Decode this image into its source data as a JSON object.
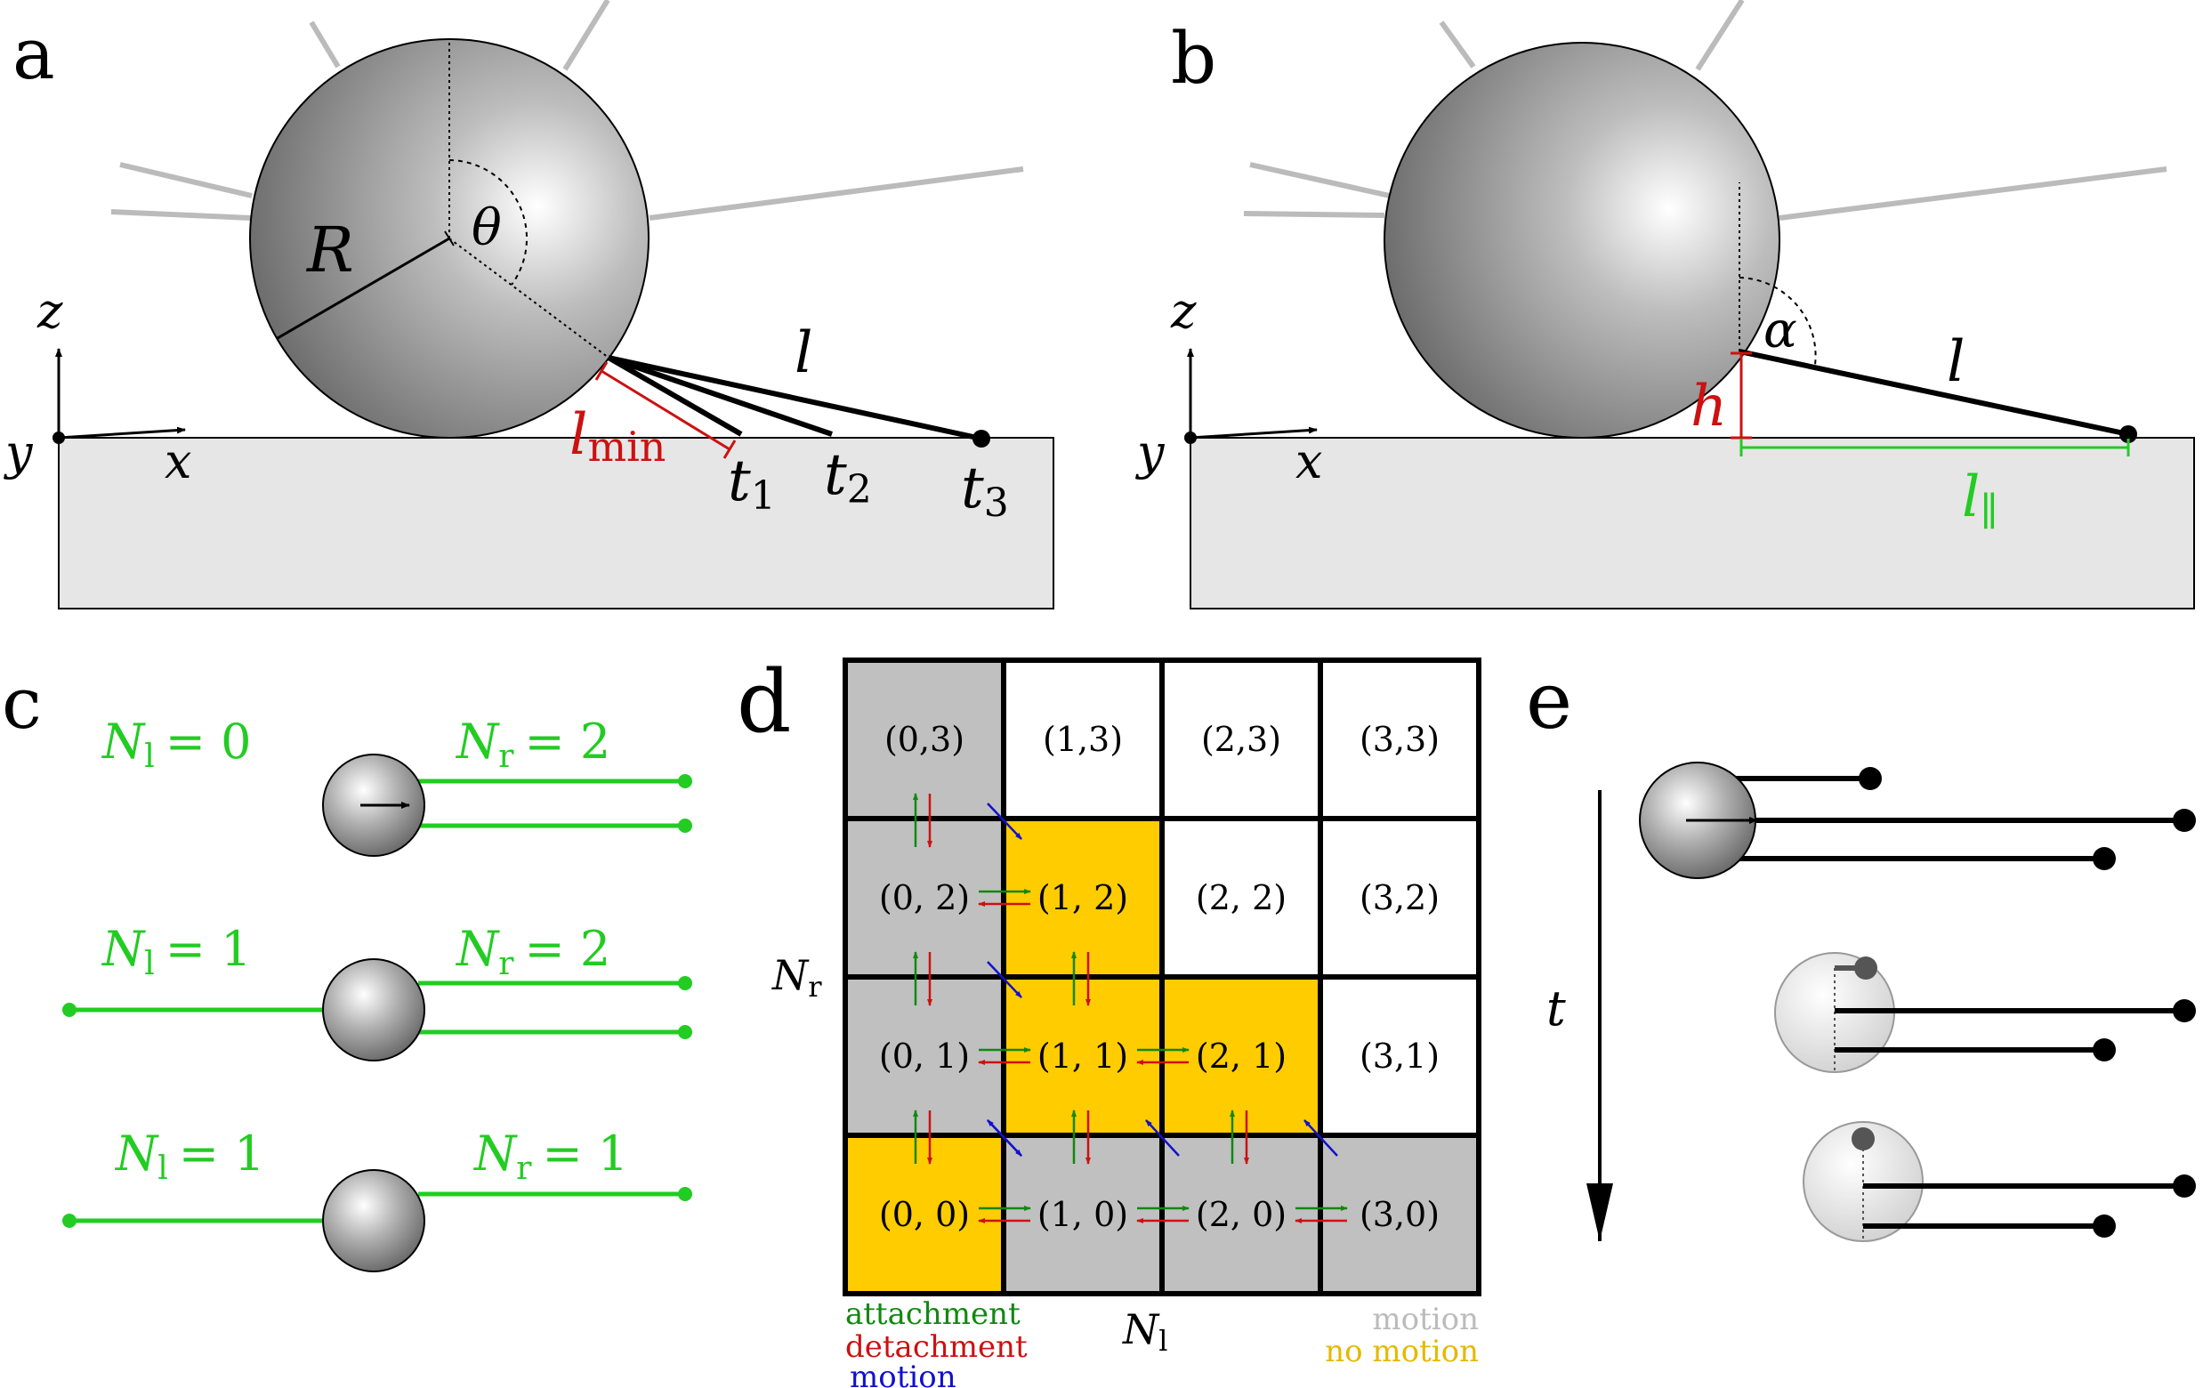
{
  "panels": {
    "a": {
      "label": "a",
      "labels": {
        "radius": "R",
        "angle": "θ",
        "length": "l",
        "lmin_base": "l",
        "lmin_sub": "min",
        "t1_base": "t",
        "t1_sub": "1",
        "t2_base": "t",
        "t2_sub": "2",
        "t3_base": "t",
        "t3_sub": "3",
        "z": "z",
        "y": "y",
        "x": "x"
      }
    },
    "b": {
      "label": "b",
      "labels": {
        "angle": "α",
        "length": "l",
        "height": "h",
        "lpar_base": "l",
        "lpar_sub": "∥",
        "z": "z",
        "y": "y",
        "x": "x"
      }
    },
    "c": {
      "label": "c",
      "rows": [
        {
          "left": "N",
          "left_sub": "l",
          "left_eq": "= 0",
          "right": "N",
          "right_sub": "r",
          "right_eq": "= 2"
        },
        {
          "left": "N",
          "left_sub": "l",
          "left_eq": "= 1",
          "right": "N",
          "right_sub": "r",
          "right_eq": "= 2"
        },
        {
          "left": "N",
          "left_sub": "l",
          "left_eq": "= 1",
          "right": "N",
          "right_sub": "r",
          "right_eq": "= 1"
        }
      ]
    },
    "d": {
      "label": "d",
      "y_axis": "N",
      "y_axis_sub": "r",
      "x_axis": "N",
      "x_axis_sub": "l",
      "cells": [
        [
          "(0,3)",
          "(1,3)",
          "(2,3)",
          "(3,3)"
        ],
        [
          "(0, 2)",
          "(1, 2)",
          "(2, 2)",
          "(3,2)"
        ],
        [
          "(0, 1)",
          "(1, 1)",
          "(2, 1)",
          "(3,1)"
        ],
        [
          "(0, 0)",
          "(1, 0)",
          "(2, 0)",
          "(3,0)"
        ]
      ],
      "legend_left": [
        "attachment",
        "detachment",
        "motion"
      ],
      "legend_right": [
        "motion",
        "no motion"
      ]
    },
    "e": {
      "label": "e",
      "time_label": "t"
    }
  },
  "colors": {
    "green": "#22cc22",
    "dark_green": "#118811",
    "red": "#cc1111",
    "blue": "#1111cc",
    "yellow": "#ffcc00",
    "gray_cell": "#c0c0c0",
    "substrate": "#e6e6e6",
    "tether_gray": "#c0c0c0"
  }
}
